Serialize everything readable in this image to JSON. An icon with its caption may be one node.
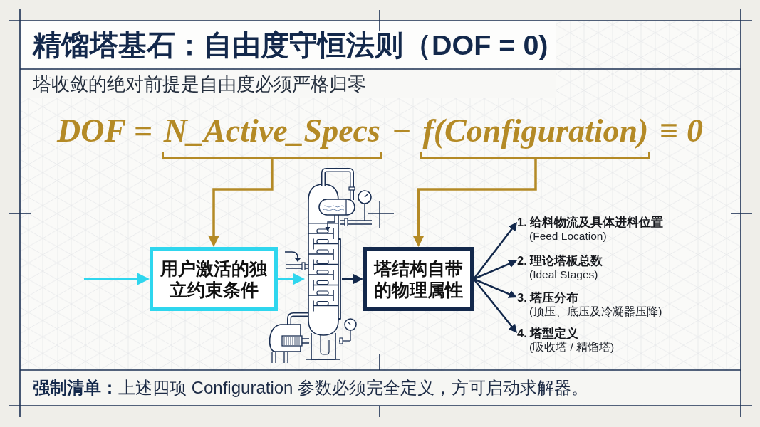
{
  "diagram": {
    "title": "精馏塔基石：自由度守恒法则（DOF = 0)",
    "nodes": [
      {
        "text": [
          "N_Active_Specs"
        ]
      },
      {
        "text": [
          "f(Configuration)"
        ]
      },
      {
        "text": [
          "用户激活的独立约束条件"
        ]
      },
      {
        "text": [],
        "shape": "picture"
      },
      {
        "text": [
          "塔结构自带的物理属性"
        ]
      },
      {
        "text": [
          "1. 给料物流及具体进料位置",
          "(Feed Location)"
        ]
      },
      {
        "text": [
          "2. 理论塔板总数",
          "(Ideal Stages)"
        ]
      },
      {
        "text": [
          "3. 塔压分布",
          "(顶压、底压及冷凝器压降)"
        ]
      },
      {
        "text": [
          "4. 塔型定义",
          "(吸收塔 / 精馏塔)"
        ]
      }
    ],
    "edges": [
      {
        "from": 0,
        "to": 2,
        "arrow": "to",
        "color": "#b48a26"
      },
      {
        "from": 1,
        "to": 4,
        "arrow": "to",
        "color": "#b48a26"
      },
      {
        "from": null,
        "to": 2,
        "arrow": "to",
        "color": "#2fd6ee"
      },
      {
        "from": 2,
        "to": 3,
        "arrow": "to",
        "color": "#2fd6ee"
      },
      {
        "from": 3,
        "to": 4,
        "arrow": "to"
      },
      {
        "from": 4,
        "to": 5,
        "arrow": "to"
      },
      {
        "from": 4,
        "to": 6,
        "arrow": "to"
      },
      {
        "from": 4,
        "to": 7,
        "arrow": "to"
      },
      {
        "from": 4,
        "to": 8,
        "arrow": "to"
      }
    ],
    "labels": [
      "塔收敛的绝对前提是自由度必须严格归零",
      "DOF =",
      "−",
      "≡ 0",
      "**强制清单：**上述四项 Configuration 参数必须完全定义，方可启动求解器。"
    ]
  }
}
